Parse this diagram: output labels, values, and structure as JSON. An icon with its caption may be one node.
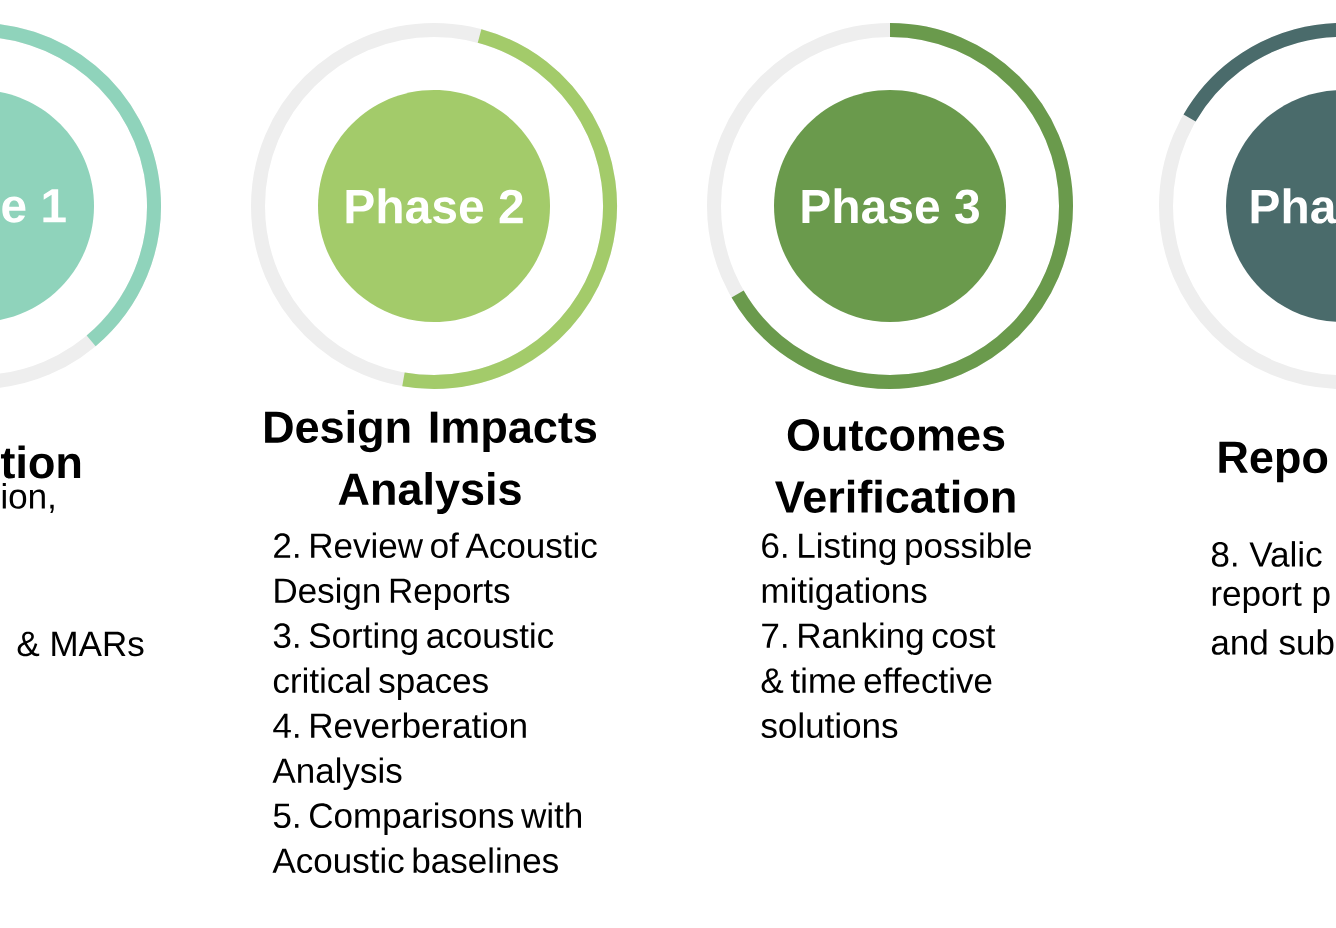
{
  "diagram": {
    "nodes": [
      {
        "text": [
          "e 1"
        ],
        "beside": [
          "tion",
          "ion,",
          "& MARs"
        ]
      },
      {
        "text": [
          "Phase 2"
        ],
        "beside": [
          "Design Impacts Analysis",
          "2. Review of Acoustic Design Reports",
          "3. Sorting acoustic critical spaces",
          "4. Reverberation Analysis",
          "5. Comparisons with Acoustic baselines"
        ]
      },
      {
        "text": [
          "Phase 3"
        ],
        "beside": [
          "Outcomes Verification",
          "6. Listing possible mitigations",
          "7. Ranking cost & time effective solutions"
        ]
      },
      {
        "text": [
          "Pha"
        ],
        "beside": [
          "Repo",
          "8. Valic",
          "report p",
          "and sub"
        ]
      }
    ]
  }
}
